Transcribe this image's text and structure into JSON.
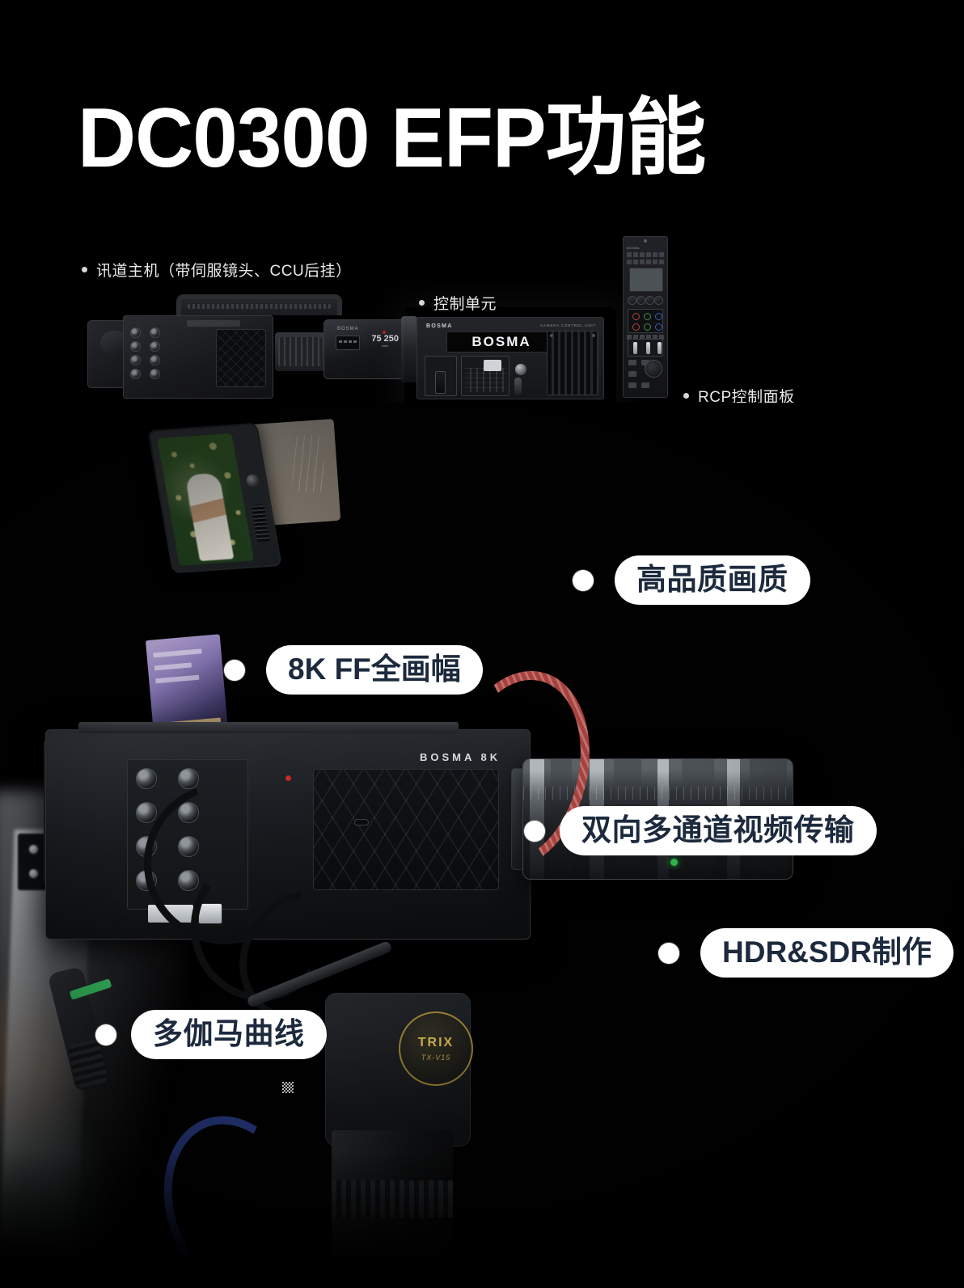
{
  "page": {
    "background_color": "#000000",
    "title": "DC0300 EFP功能",
    "title_color": "#ffffff"
  },
  "product_labels": [
    {
      "id": "channel-host",
      "text": "讯道主机（带伺服镜头、CCU后挂）",
      "bullet": "dot-marker"
    },
    {
      "id": "control-unit",
      "text": "控制单元",
      "bullet": "dot-marker"
    },
    {
      "id": "rcp-panel",
      "text": "RCP控制面板",
      "bullet": "dot-marker"
    }
  ],
  "feature_callouts": [
    {
      "id": "image-quality",
      "text": "高品质画质",
      "pill_bg": "#ffffff",
      "text_color": "#1d2a3d",
      "dot_side": "left"
    },
    {
      "id": "full-frame-8k",
      "text": "8K FF全画幅",
      "pill_bg": "#ffffff",
      "text_color": "#1d2a3d",
      "dot_side": "left"
    },
    {
      "id": "bidirectional-video",
      "text": "双向多通道视频传输",
      "pill_bg": "#ffffff",
      "text_color": "#1d2a3d",
      "dot_side": "left"
    },
    {
      "id": "hdr-sdr",
      "text": "HDR&SDR制作",
      "pill_bg": "#ffffff",
      "text_color": "#1d2a3d",
      "dot_side": "left"
    },
    {
      "id": "multi-gamma",
      "text": "多伽马曲线",
      "pill_bg": "#ffffff",
      "text_color": "#1d2a3d",
      "dot_side": "left"
    }
  ],
  "device_markings": {
    "ccu_brand_small": "BOSMA",
    "ccu_screen_text": "BOSMA",
    "ccu_type_label": "CAMERA CONTROL UNIT",
    "rcp_brand_small": "BOSMA",
    "camera_brand": "BOSMA",
    "camera_model_badge": "8K",
    "servo_lens_brand": "BOSMA",
    "servo_lens_focal_top": "75",
    "servo_lens_focal_bottom": "250",
    "servo_lens_focal_unit": "mm",
    "tripod_brand": "TRIX",
    "tripod_model": "TX-V15"
  }
}
